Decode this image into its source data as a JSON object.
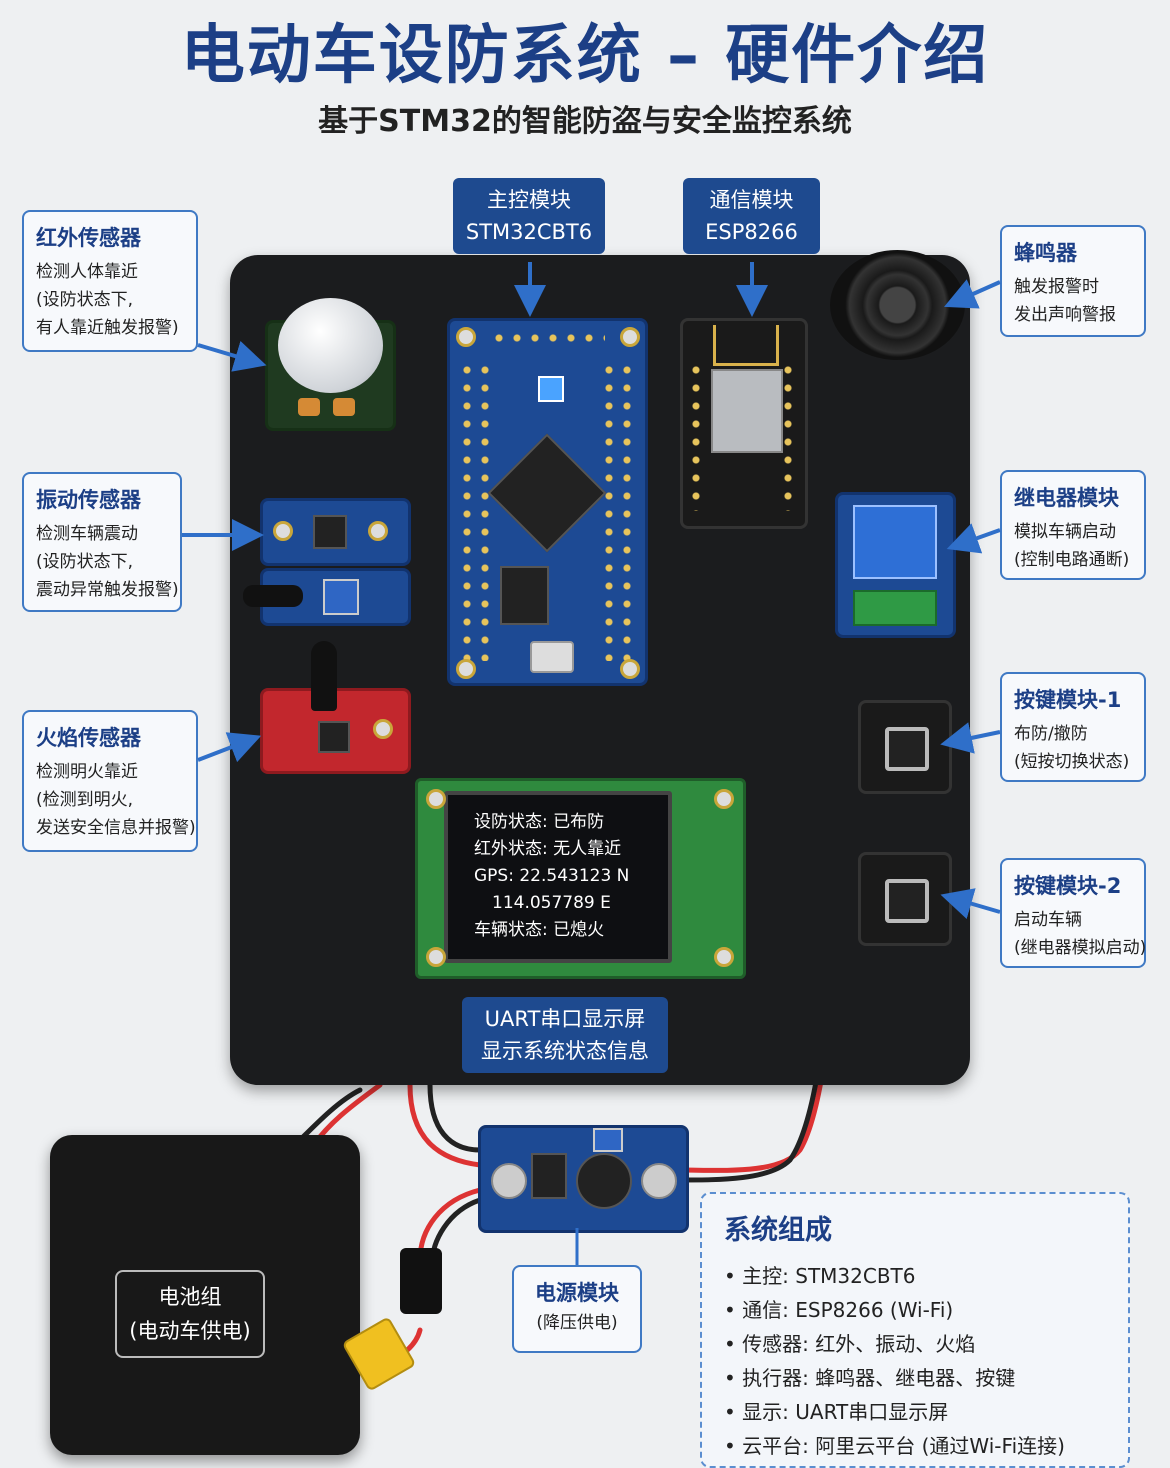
{
  "title": "电动车设防系统 – 硬件介绍",
  "subtitle": "基于STM32的智能防盗与安全监控系统",
  "tags": {
    "main_control": {
      "line1": "主控模块",
      "line2": "STM32CBT6"
    },
    "comm": {
      "line1": "通信模块",
      "line2": "ESP8266"
    },
    "display": {
      "line1": "UART串口显示屏",
      "line2": "显示系统状态信息"
    },
    "power": {
      "line1": "电源模块",
      "line2": "(降压供电)"
    }
  },
  "callouts": {
    "infrared": {
      "title": "红外传感器",
      "lines": [
        "检测人体靠近",
        "(设防状态下,",
        "有人靠近触发报警)"
      ]
    },
    "vibration": {
      "title": "振动传感器",
      "lines": [
        "检测车辆震动",
        "(设防状态下,",
        "震动异常触发报警)"
      ]
    },
    "flame": {
      "title": "火焰传感器",
      "lines": [
        "检测明火靠近",
        "(检测到明火,",
        "发送安全信息并报警)"
      ]
    },
    "buzzer": {
      "title": "蜂鸣器",
      "lines": [
        "触发报警时",
        "发出声响警报"
      ]
    },
    "relay": {
      "title": "继电器模块",
      "lines": [
        "模拟车辆启动",
        "(控制电路通断)"
      ]
    },
    "button1": {
      "title": "按键模块-1",
      "lines": [
        "布防/撤防",
        "(短按切换状态)"
      ]
    },
    "button2": {
      "title": "按键模块-2",
      "lines": [
        "启动车辆",
        "(继电器模拟启动)"
      ]
    }
  },
  "lcd": {
    "line1": "设防状态: 已布防",
    "line2": "红外状态: 无人靠近",
    "line3": "GPS: 22.543123 N",
    "line4": "114.057789 E",
    "line5": "车辆状态: 已熄火"
  },
  "battery": {
    "line1": "电池组",
    "line2": "(电动车供电)"
  },
  "summary": {
    "title": "系统组成",
    "items": [
      "主控: STM32CBT6",
      "通信: ESP8266 (Wi-Fi)",
      "传感器: 红外、振动、火焰",
      "执行器: 蜂鸣器、继电器、按键",
      "显示: UART串口显示屏",
      "云平台: 阿里云平台 (通过Wi-Fi连接)"
    ]
  },
  "colors": {
    "accent": "#1c3f86",
    "tag_bg": "#1e4a8f",
    "board": "#1b1c1e"
  }
}
